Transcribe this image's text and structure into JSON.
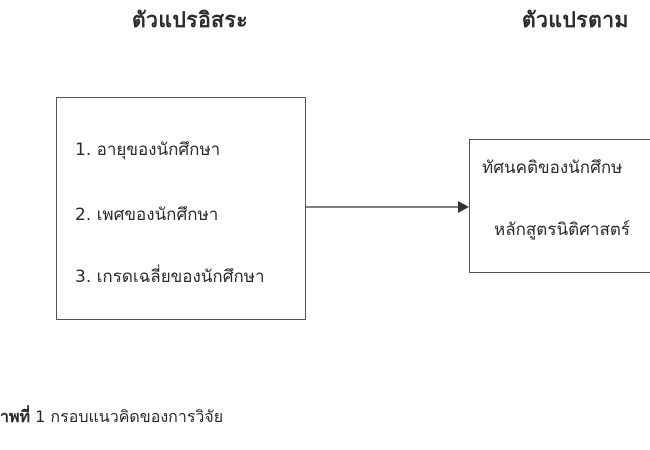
{
  "headings": {
    "independent": "ตัวแปรอิสระ",
    "dependent": "ตัวแปรตาม"
  },
  "independent_box": {
    "items": [
      "1. อายุของนักศึกษา",
      "2. เพศของนักศึกษา",
      "3.  เกรดเฉลี่ยของนักศึกษา"
    ]
  },
  "dependent_box": {
    "lines": [
      "ทัศนคติของนักศึกษ",
      "หลักสูตรนิติศาสตร์"
    ]
  },
  "caption": {
    "label": "าพที่",
    "text": " 1 กรอบแนวคิดของการวิจัย"
  },
  "colors": {
    "line": "#555555",
    "text": "#2b2b2b",
    "background": "#ffffff"
  }
}
